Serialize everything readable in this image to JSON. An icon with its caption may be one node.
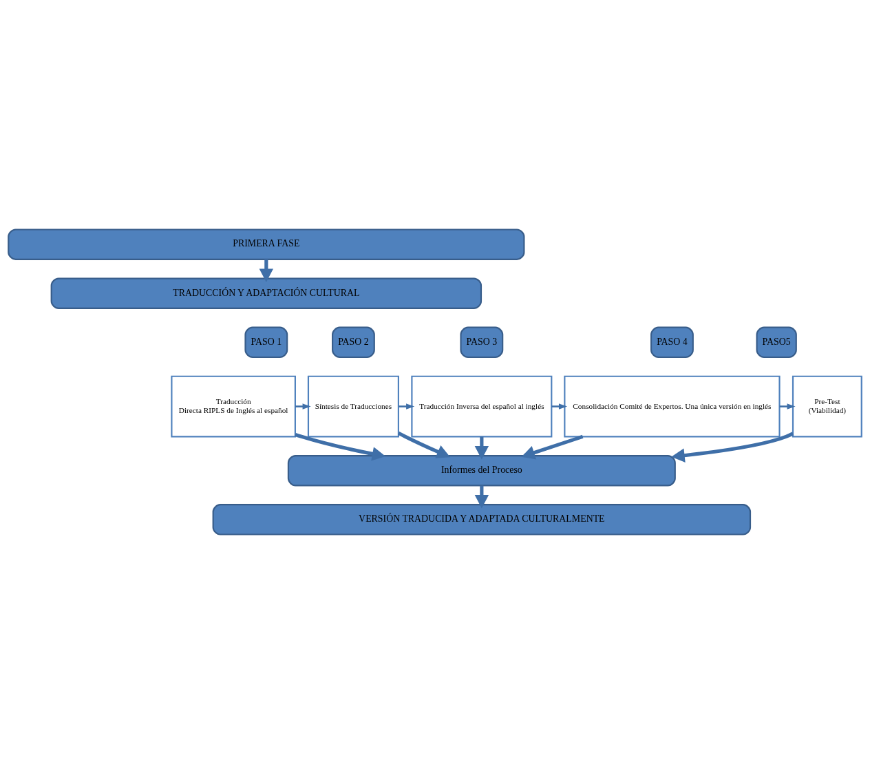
{
  "diagram": {
    "nodes": [
      {
        "text": [
          "PRIMERA FASE"
        ]
      },
      {
        "text": [
          "TRADUCCIÓN Y ADAPTACIÓN CULTURAL"
        ]
      },
      {
        "text": [
          "PASO 1"
        ]
      },
      {
        "text": [
          "PASO 2"
        ]
      },
      {
        "text": [
          "PASO 3"
        ]
      },
      {
        "text": [
          "PASO 4"
        ]
      },
      {
        "text": [
          "PASO5"
        ]
      },
      {
        "text": [
          "Traducción",
          "Directa RIPLS de Inglés al español"
        ]
      },
      {
        "text": [
          "Síntesis de Traducciones"
        ]
      },
      {
        "text": [
          "Traducción Inversa del español al inglés"
        ]
      },
      {
        "text": [
          "Consolidación Comité de Expertos. Una única versión en inglés"
        ]
      },
      {
        "text": [
          "Pre-Test",
          "(Viabilidad)"
        ]
      },
      {
        "text": [
          "Informes del Proceso"
        ]
      },
      {
        "text": [
          "VERSIÓN TRADUCIDA Y ADAPTADA CULTURALMENTE"
        ]
      }
    ],
    "edges": [
      {
        "from": 0,
        "to": 1,
        "arrow": "to"
      },
      {
        "from": 7,
        "to": 8,
        "arrow": "to"
      },
      {
        "from": 8,
        "to": 9,
        "arrow": "to"
      },
      {
        "from": 9,
        "to": 10,
        "arrow": "to"
      },
      {
        "from": 10,
        "to": 11,
        "arrow": "to"
      },
      {
        "from": 7,
        "to": 12,
        "arrow": "to"
      },
      {
        "from": 8,
        "to": 12,
        "arrow": "to"
      },
      {
        "from": 9,
        "to": 12,
        "arrow": "to"
      },
      {
        "from": 10,
        "to": 12,
        "arrow": "to"
      },
      {
        "from": 11,
        "to": 12,
        "arrow": "to"
      },
      {
        "from": 12,
        "to": 13,
        "arrow": "to"
      }
    ]
  }
}
